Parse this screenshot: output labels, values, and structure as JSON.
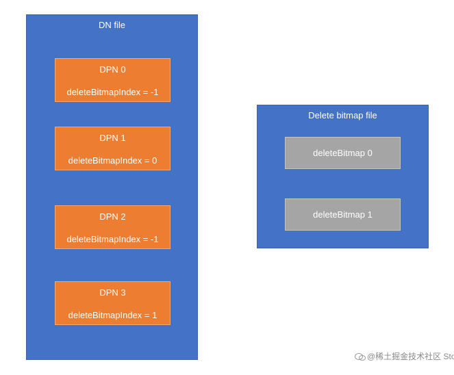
{
  "dn_file": {
    "title": "DN file",
    "dpns": [
      {
        "name": "DPN 0",
        "index_label": "deleteBitmapIndex = -1"
      },
      {
        "name": "DPN 1",
        "index_label": "deleteBitmapIndex = 0"
      },
      {
        "name": "DPN 2",
        "index_label": "deleteBitmapIndex = -1"
      },
      {
        "name": "DPN 3",
        "index_label": "deleteBitmapIndex = 1"
      }
    ]
  },
  "delete_bitmap_file": {
    "title": "Delete bitmap file",
    "bitmaps": [
      {
        "label": "deleteBitmap 0"
      },
      {
        "label": "deleteBitmap 1"
      }
    ]
  },
  "watermark": {
    "text": "@稀土掘金技术社区 StoneDB",
    "icon": "wechat-icon"
  },
  "colors": {
    "panel": "#4472c4",
    "dpn": "#ed7d31",
    "bitmap": "#a5a5a5"
  }
}
